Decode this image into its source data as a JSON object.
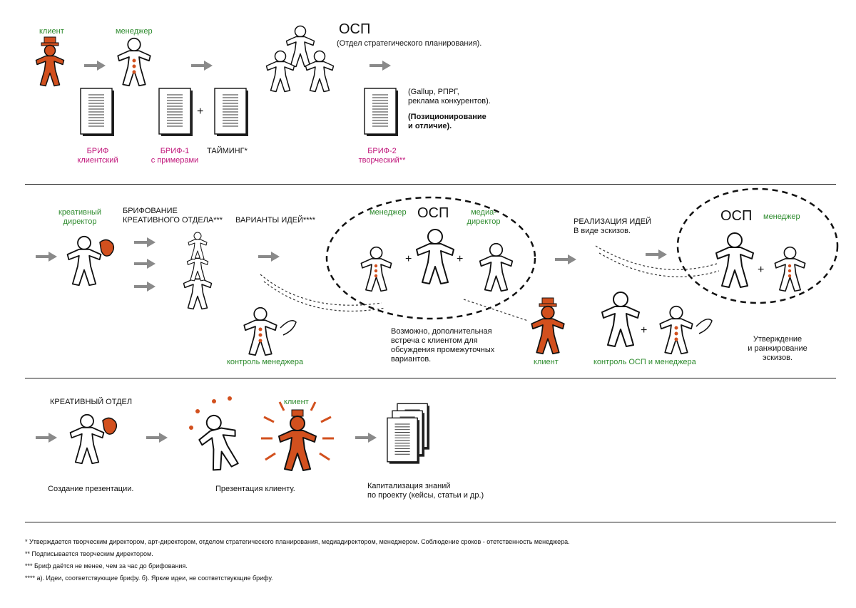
{
  "row1": {
    "client_label": "клиент",
    "manager_label": "менеджер",
    "osp_title": "ОСП",
    "osp_sub": "(Отдел стратегического планирования).",
    "brief_label_1": "БРИФ",
    "brief_label_2": "клиентский",
    "brief1_label_1": "БРИФ-1",
    "brief1_label_2": "с примерами",
    "plus": "+",
    "timing_label": "ТАЙМИНГ*",
    "brief2_label_1": "БРИФ-2",
    "brief2_label_2": "творческий**",
    "sources_1": "(Gallup, РПРГ,",
    "sources_2": "реклама конкурентов).",
    "positioning_1": "(Позиционирование",
    "positioning_2": "и отличие)."
  },
  "row2": {
    "creative_dir_1": "креативный",
    "creative_dir_2": "директор",
    "briefing_1": "БРИФОВАНИЕ",
    "briefing_2": "КРЕАТИВНОГО ОТДЕЛА***",
    "variants": "ВАРИАНТЫ ИДЕЙ****",
    "manager_label": "менеджер",
    "osp_title": "ОСП",
    "media_dir_1": "медиа-",
    "media_dir_2": "директор",
    "plus": "+",
    "manager_control": "контроль менеджера",
    "meeting_1": "Возможно, дополнительная",
    "meeting_2": "встреча с клиентом для",
    "meeting_3": "обсуждения промежуточных",
    "meeting_4": "вариантов.",
    "client_label": "клиент",
    "realization_1": "РЕАЛИЗАЦИЯ ИДЕЙ",
    "realization_2": "В виде эскизов.",
    "osp_title_2": "ОСП",
    "manager_label_2": "менеджер",
    "osp_control": "контроль ОСП и менеджера",
    "approval_1": "Утверждение",
    "approval_2": "и ранжирование",
    "approval_3": "эскизов."
  },
  "row3": {
    "creative_dept": "КРЕАТИВНЫЙ ОТДЕЛ",
    "client_label": "клиент",
    "create_presentation": "Создание презентации.",
    "client_presentation": "Презентация клиенту.",
    "capitalization_1": "Капитализация знаний",
    "capitalization_2": "по проекту (кейсы, статьи и др.)"
  },
  "footnotes": [
    "* Утверждается творческим директором, арт-директором, отделом стратегического планирования, медиадиректором, менеджером. Соблюдение сроков - отетственность менеджера.",
    "** Подписывается творческим директором.",
    "*** Бриф даётся не менее, чем за час до брифования.",
    "**** а). Идеи, соответствующие брифу. б). Яркие идеи, не соответствующие брифу."
  ],
  "colors": {
    "client": "#d2501e",
    "green_label": "#2e8b2e",
    "brief_label": "#c0157a",
    "arrow": "#8a8a8a"
  }
}
